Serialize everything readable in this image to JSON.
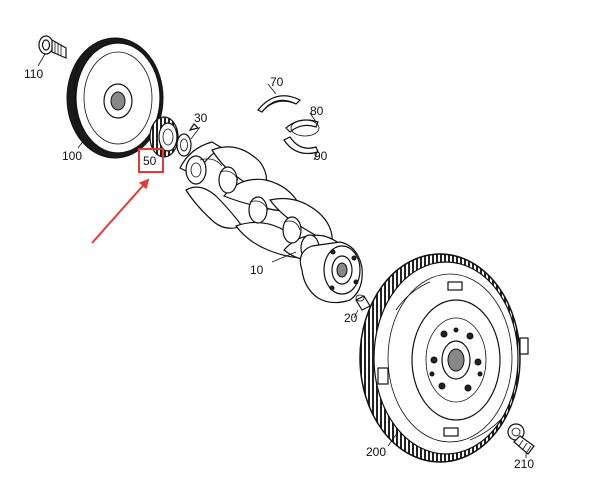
{
  "diagram": {
    "highlight_color": "#e53935",
    "highlighted_part": "50",
    "parts": [
      {
        "id": "p10",
        "label": "10"
      },
      {
        "id": "p20",
        "label": "20"
      },
      {
        "id": "p30",
        "label": "30"
      },
      {
        "id": "p50",
        "label": "50"
      },
      {
        "id": "p70",
        "label": "70"
      },
      {
        "id": "p80",
        "label": "80"
      },
      {
        "id": "p90",
        "label": "90"
      },
      {
        "id": "p100",
        "label": "100"
      },
      {
        "id": "p110",
        "label": "110"
      },
      {
        "id": "p200",
        "label": "200"
      },
      {
        "id": "p210",
        "label": "210"
      }
    ]
  }
}
